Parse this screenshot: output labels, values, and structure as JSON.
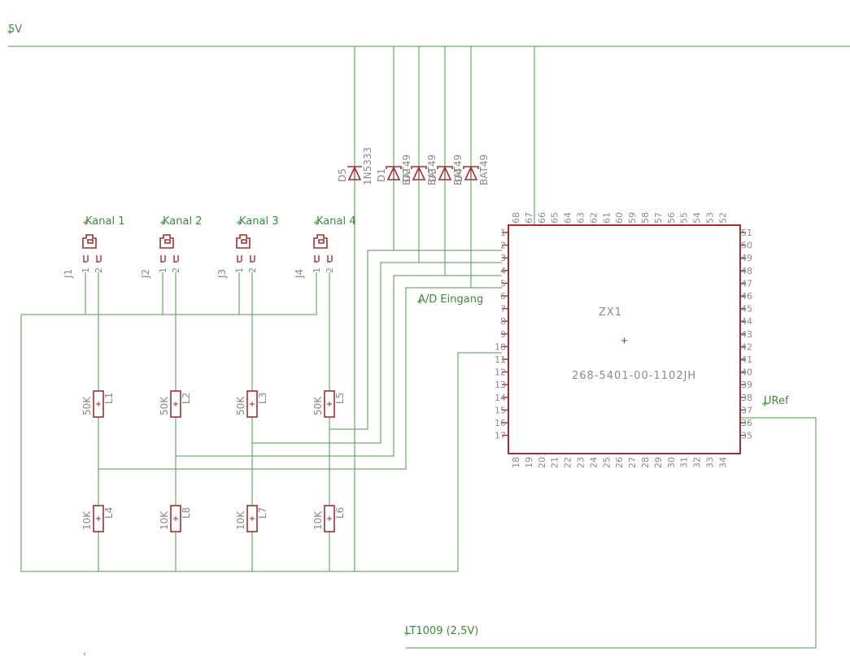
{
  "colors": {
    "wire": "#4c9a4c",
    "part": "#a03030",
    "label": "#8a8a8a",
    "net": "#3c8a3c"
  },
  "nets": {
    "vcc": "5V",
    "adc_input": "A/D Eingang",
    "uref": "URef",
    "ref_source": "LT1009 (2,5V)"
  },
  "connectors": [
    {
      "name": "J1",
      "channel": "Kanal 1",
      "pin1": "1",
      "pin2": "2"
    },
    {
      "name": "J2",
      "channel": "Kanal 2",
      "pin1": "1",
      "pin2": "2"
    },
    {
      "name": "J3",
      "channel": "Kanal 3",
      "pin1": "1",
      "pin2": "2"
    },
    {
      "name": "J4",
      "channel": "Kanal 4",
      "pin1": "1",
      "pin2": "2"
    }
  ],
  "diodes": [
    {
      "name": "D5",
      "value": "1N5333"
    },
    {
      "name": "D1",
      "value": "BAT49"
    },
    {
      "name": "D2",
      "value": "BAT49"
    },
    {
      "name": "D3",
      "value": "BAT49"
    },
    {
      "name": "D4",
      "value": "BAT49"
    }
  ],
  "resistors_top": [
    {
      "name": "L1",
      "value": "50K"
    },
    {
      "name": "L2",
      "value": "50K"
    },
    {
      "name": "L3",
      "value": "50K"
    },
    {
      "name": "L5",
      "value": "50K"
    }
  ],
  "resistors_bottom": [
    {
      "name": "L4",
      "value": "10K"
    },
    {
      "name": "L8",
      "value": "10K"
    },
    {
      "name": "L7",
      "value": "10K"
    },
    {
      "name": "L6",
      "value": "10K"
    }
  ],
  "chip": {
    "name": "ZX1",
    "part_number": "268-5401-00-1102JH",
    "left_pins": [
      "1",
      "2",
      "3",
      "4",
      "5",
      "6",
      "7",
      "8",
      "9",
      "10",
      "11",
      "12",
      "13",
      "14",
      "15",
      "16",
      "17"
    ],
    "bottom_pins": [
      "18",
      "19",
      "20",
      "21",
      "22",
      "23",
      "24",
      "25",
      "26",
      "27",
      "28",
      "29",
      "30",
      "31",
      "32",
      "33",
      "34"
    ],
    "right_pins": [
      "51",
      "50",
      "49",
      "48",
      "47",
      "46",
      "45",
      "44",
      "43",
      "42",
      "41",
      "40",
      "39",
      "38",
      "37",
      "36",
      "35"
    ],
    "top_pins": [
      "68",
      "67",
      "66",
      "65",
      "64",
      "63",
      "62",
      "61",
      "60",
      "59",
      "58",
      "57",
      "56",
      "55",
      "54",
      "53",
      "52"
    ]
  }
}
